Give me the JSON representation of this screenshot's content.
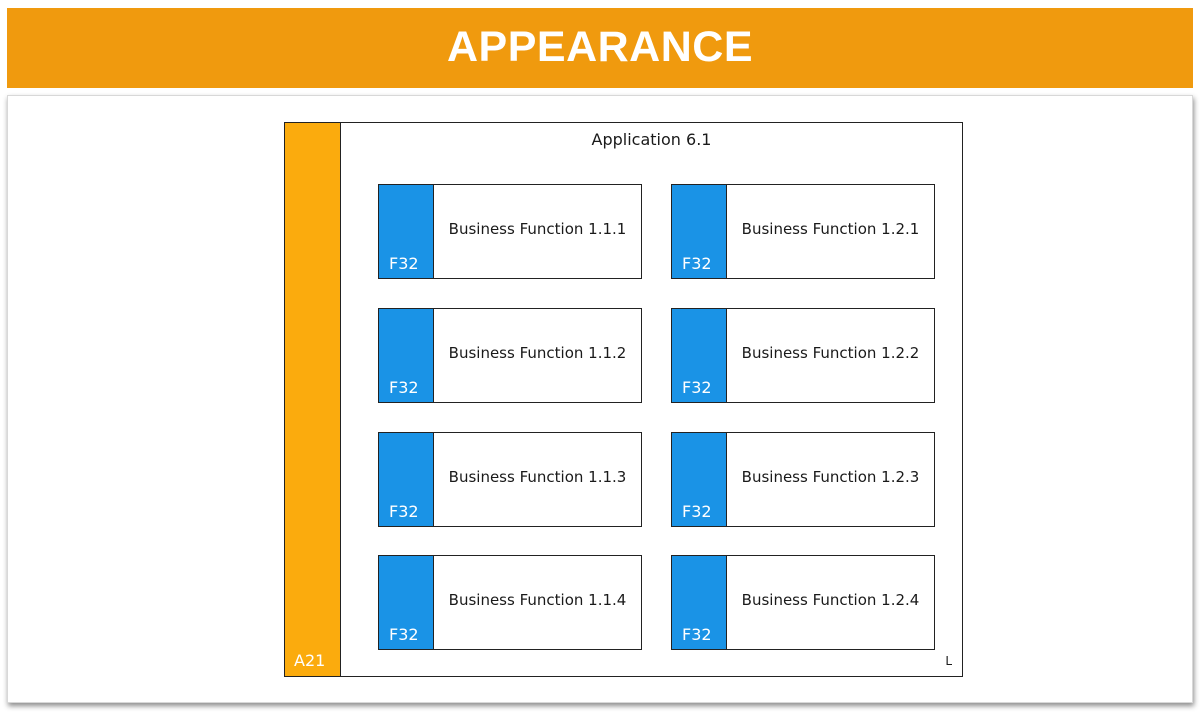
{
  "header": {
    "title": "APPEARANCE"
  },
  "application": {
    "title": "Application 6.1",
    "code": "A21",
    "corner_mark": "L",
    "functions": [
      {
        "label": "Business Function 1.1.1",
        "code": "F32"
      },
      {
        "label": "Business Function 1.2.1",
        "code": "F32"
      },
      {
        "label": "Business Function 1.1.2",
        "code": "F32"
      },
      {
        "label": "Business Function 1.2.2",
        "code": "F32"
      },
      {
        "label": "Business Function 1.1.3",
        "code": "F32"
      },
      {
        "label": "Business Function 1.2.3",
        "code": "F32"
      },
      {
        "label": "Business Function 1.1.4",
        "code": "F32"
      },
      {
        "label": "Business Function 1.2.4",
        "code": "F32"
      }
    ]
  },
  "colors": {
    "header_bg": "#f09a0e",
    "application_bar": "#fbab0d",
    "function_bar": "#1a93e6"
  }
}
